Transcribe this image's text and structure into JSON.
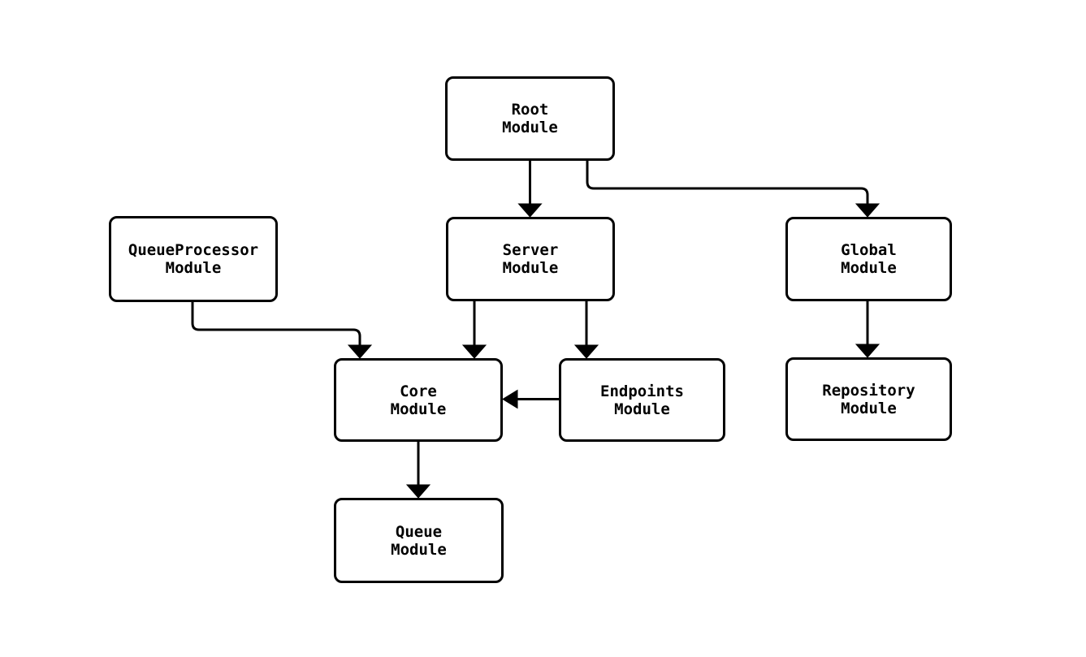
{
  "diagram": {
    "type": "flowchart",
    "background_color": "#ffffff",
    "node_fill_color": "#ffffff",
    "line_color": "#000000",
    "text_color": "#000000",
    "nodes": {
      "root": {
        "label": "Root\nModule"
      },
      "queueproc": {
        "label": "QueueProcessor\nModule"
      },
      "server": {
        "label": "Server\nModule"
      },
      "global": {
        "label": "Global\nModule"
      },
      "core": {
        "label": "Core\nModule"
      },
      "endpoints": {
        "label": "Endpoints\nModule"
      },
      "repository": {
        "label": "Repository\nModule"
      },
      "queue": {
        "label": "Queue\nModule"
      }
    },
    "edges": [
      {
        "from": "Root Module",
        "to": "Server Module"
      },
      {
        "from": "Root Module",
        "to": "Global Module"
      },
      {
        "from": "QueueProcessor Module",
        "to": "Core Module"
      },
      {
        "from": "Server Module",
        "to": "Core Module"
      },
      {
        "from": "Server Module",
        "to": "Endpoints Module"
      },
      {
        "from": "Endpoints Module",
        "to": "Core Module"
      },
      {
        "from": "Global Module",
        "to": "Repository Module"
      },
      {
        "from": "Core Module",
        "to": "Queue Module"
      }
    ]
  }
}
